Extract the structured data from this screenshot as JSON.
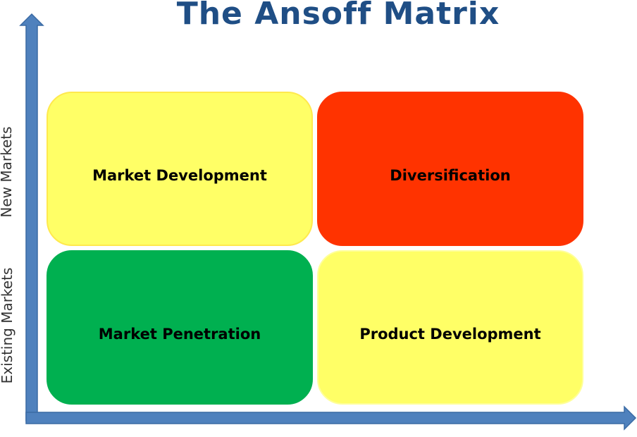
{
  "title": "The Ansoff Matrix",
  "quadrants": {
    "top_left": {
      "label": "Market Development",
      "color": "#ffff66",
      "border": "#ffe94d"
    },
    "top_right": {
      "label": "Diversification",
      "color": "#ff3300",
      "border": "#ff3300"
    },
    "bottom_left": {
      "label": "Market Penetration",
      "color": "#00b050",
      "border": "#00b050"
    },
    "bottom_right": {
      "label": "Product Development",
      "color": "#ffff66",
      "border": "#ffff99"
    }
  },
  "axes": {
    "y_top_label": "New Markets",
    "y_bottom_label": "Existing Markets",
    "arrow_fill": "#4f81bd",
    "arrow_stroke": "#3a6aa4"
  }
}
